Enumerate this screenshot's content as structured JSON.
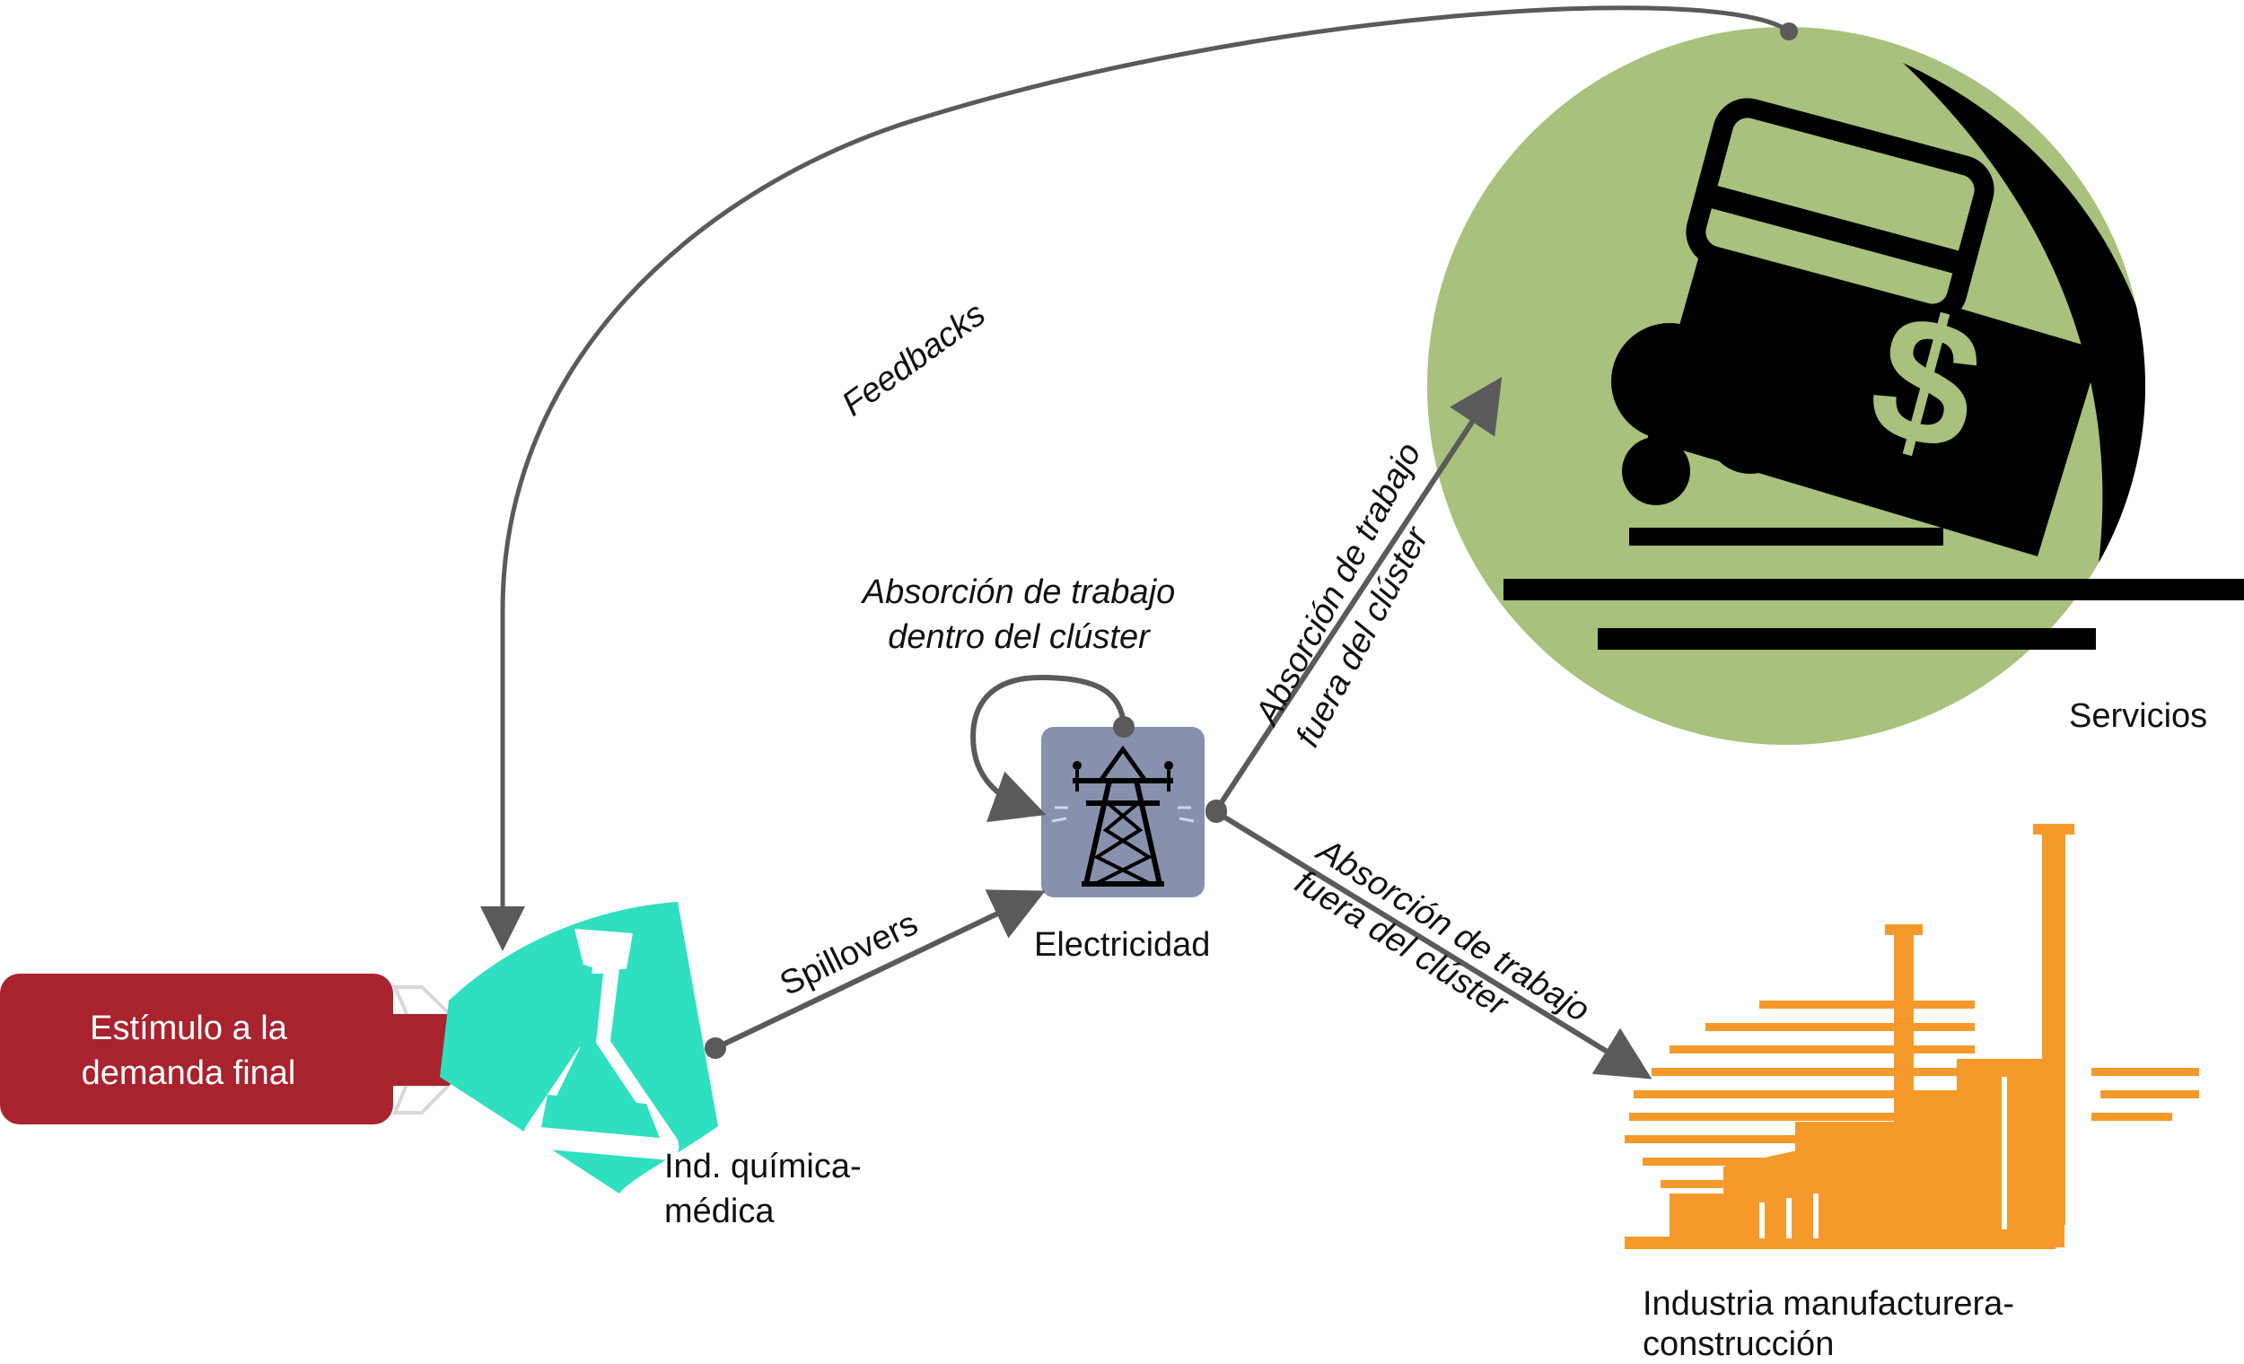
{
  "nodes": {
    "stimulus": {
      "line1": "Estímulo a la",
      "line2": "demanda final",
      "color": "#a8232e"
    },
    "chemical": {
      "line1": "Ind. química-",
      "line2": "médica",
      "color": "#2ee0c0"
    },
    "electricity": {
      "label": "Electricidad",
      "color": "#8791ad"
    },
    "services": {
      "label": "Servicios",
      "color": "#a8c17c"
    },
    "manufacturing": {
      "line1": "Industria manufacturera-",
      "line2": "construcción",
      "color": "#f59a2a"
    }
  },
  "edges": {
    "feedbacks": {
      "label": "Feedbacks"
    },
    "spillovers": {
      "label": "Spillovers"
    },
    "self_loop": {
      "line1": "Absorción de trabajo",
      "line2": "dentro del clúster"
    },
    "to_services": {
      "line1": "Absorción de trabajo",
      "line2": "fuera del clúster"
    },
    "to_manufacturing": {
      "line1": "Absorción de trabajo",
      "line2": "fuera del clúster"
    }
  },
  "icons": {
    "stimulus": "red-arrow-box",
    "chemical": "flask-icon",
    "electricity": "power-tower-icon",
    "services": "money-card-icon",
    "manufacturing": "factory-icon"
  },
  "colors": {
    "arrow": "#5a5a5a"
  }
}
